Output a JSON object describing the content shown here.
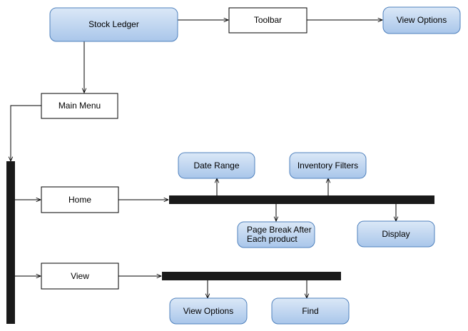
{
  "colors": {
    "node_fill_top": "#dbe8f7",
    "node_fill_bottom": "#a9c6ea",
    "node_stroke": "#4f81bd",
    "bar": "#1a1a1a",
    "line": "#000000"
  },
  "nodes": {
    "stock_ledger": "Stock Ledger",
    "toolbar": "Toolbar",
    "view_options_top": "View Options",
    "main_menu": "Main Menu",
    "home": "Home",
    "view": "View",
    "date_range": "Date Range",
    "inventory_filters": "Inventory Filters",
    "page_break_line1": "Page Break After",
    "page_break_line2": "Each product",
    "display": "Display",
    "view_options_bottom": "View Options",
    "find": "Find"
  }
}
